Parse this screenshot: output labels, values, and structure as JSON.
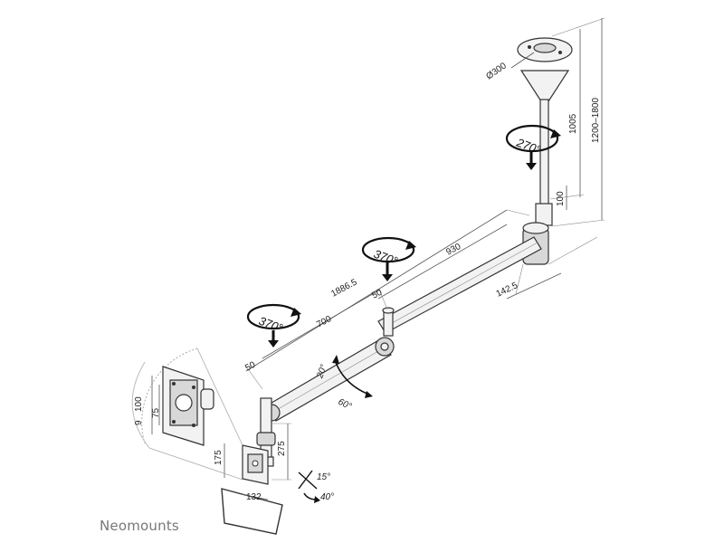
{
  "brand": "Neomounts",
  "dimensions": {
    "ceiling_plate": "Ø300",
    "vertical_pole": "1005",
    "total_height": "1200–1800",
    "pole_segment": "100",
    "outer_arm": "930",
    "full_length": "1886.5",
    "inner_arm": "700",
    "offset_a": "50",
    "offset_b": "50",
    "base_depth": "142.5",
    "height_adjust": "275",
    "vesa_height": "175",
    "vesa_width": "132",
    "vesa_100": "100",
    "vesa_75": "75",
    "vesa_9": "9"
  },
  "rotations": {
    "pole": "270°",
    "mid_joint": "370°",
    "head_joint": "370°"
  },
  "angles": {
    "arm_up": "20°",
    "arm_down": "60°",
    "tilt_up": "15°",
    "tilt_down": "40°"
  }
}
